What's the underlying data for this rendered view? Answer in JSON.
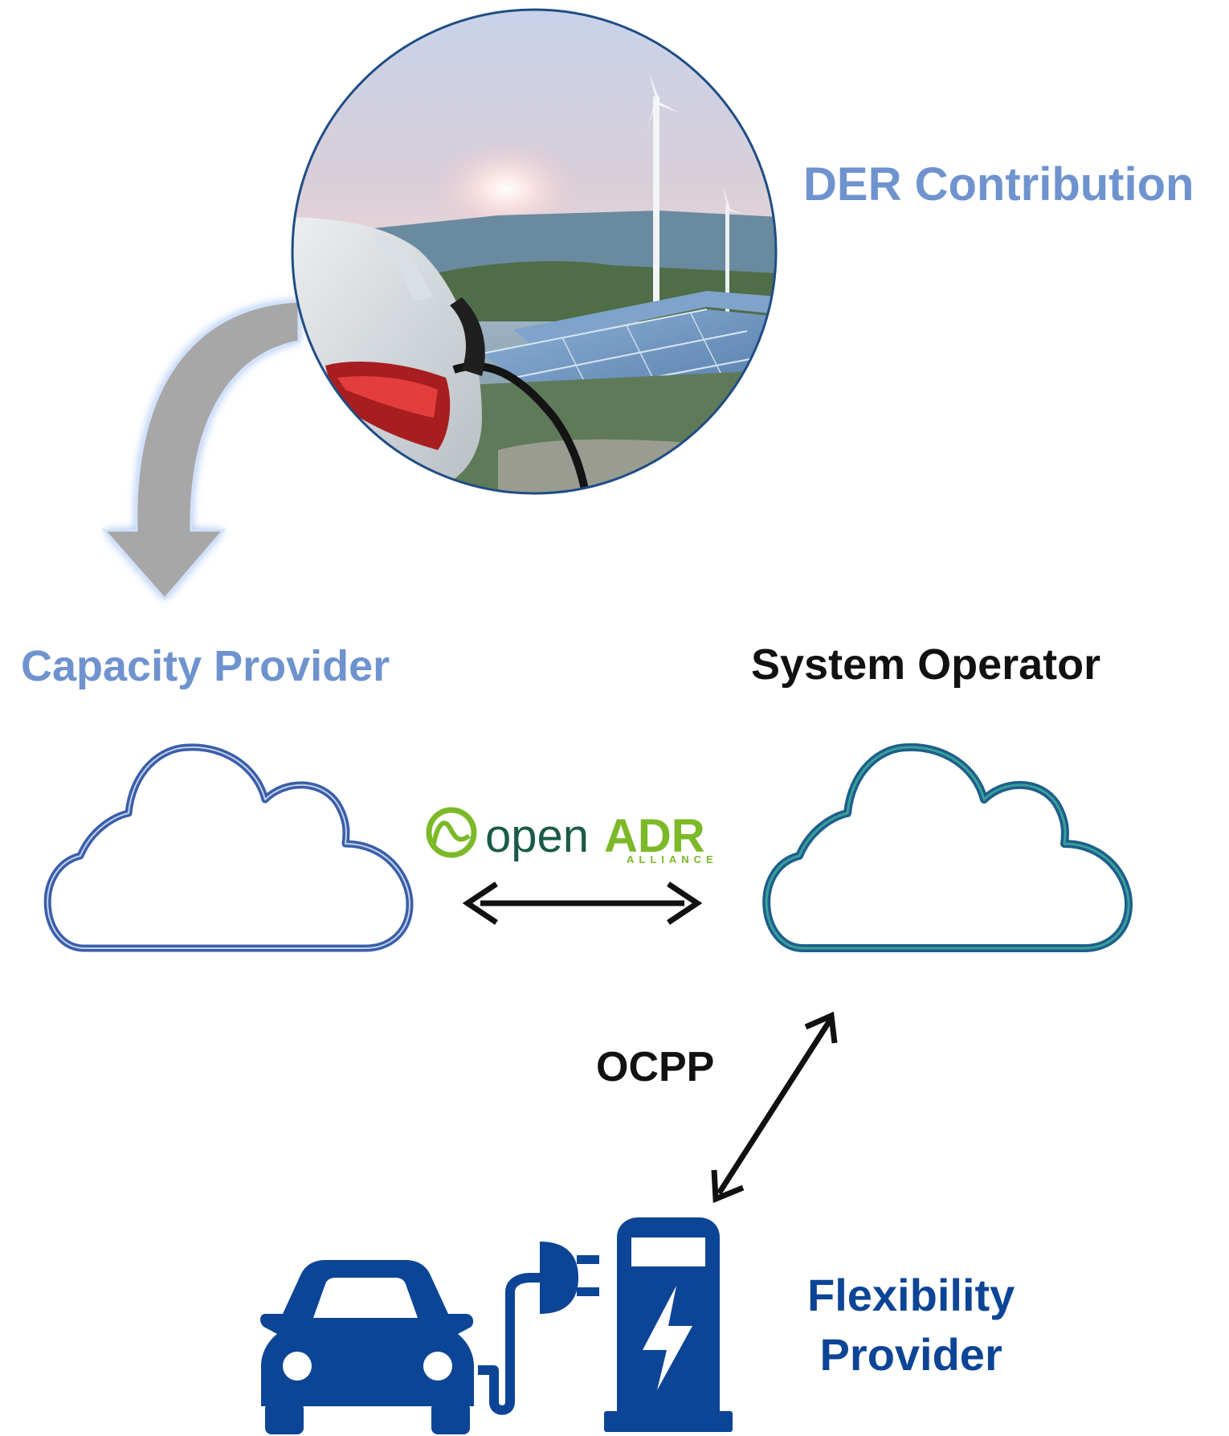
{
  "labels": {
    "der_contribution": "DER Contribution",
    "capacity_provider": "Capacity Provider",
    "system_operator": "System Operator",
    "ocpp": "OCPP",
    "flexibility_provider_line1": "Flexibility",
    "flexibility_provider_line2": "Provider"
  },
  "logo": {
    "brand": "openADR",
    "sub": "ALLIANCE"
  },
  "colors": {
    "label_blue_light": "#6f93cf",
    "dark_blue": "#0d4596",
    "cloud_outline_left": "#3a5ea8",
    "cloud_outline_right": "#1c6e86",
    "logo_green": "#7cb928",
    "arrow_black": "#111111"
  },
  "icons": [
    "der-photo-circle",
    "curved-arrow",
    "cloud-icon",
    "double-arrow",
    "car-icon",
    "charging-station-icon",
    "plug-icon",
    "lightning-icon"
  ]
}
